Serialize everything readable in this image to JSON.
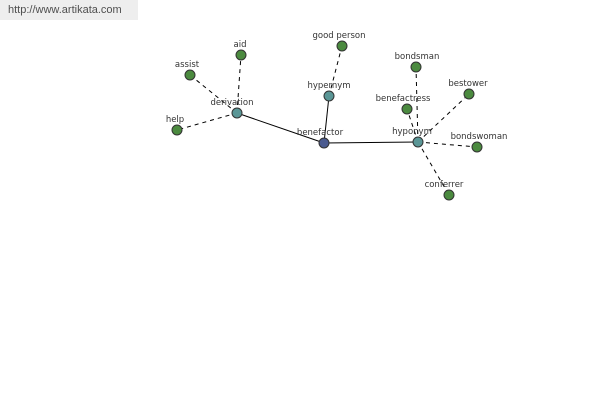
{
  "url": "http://www.artikata.com",
  "colors": {
    "center": "#4a5a8f",
    "relation": "#5a9696",
    "leaf": "#4b8a3f"
  },
  "nodes": [
    {
      "id": "benefactor",
      "label": "benefactor",
      "kind": "center"
    },
    {
      "id": "derivation",
      "label": "derivation",
      "kind": "relation"
    },
    {
      "id": "hypernym",
      "label": "hypernym",
      "kind": "relation"
    },
    {
      "id": "hyponym",
      "label": "hyponym",
      "kind": "relation"
    },
    {
      "id": "aid",
      "label": "aid",
      "kind": "leaf"
    },
    {
      "id": "assist",
      "label": "assist",
      "kind": "leaf"
    },
    {
      "id": "help",
      "label": "help",
      "kind": "leaf"
    },
    {
      "id": "good-person",
      "label": "good person",
      "kind": "leaf"
    },
    {
      "id": "bondsman",
      "label": "bondsman",
      "kind": "leaf"
    },
    {
      "id": "benefactress",
      "label": "benefactress",
      "kind": "leaf"
    },
    {
      "id": "bestower",
      "label": "bestower",
      "kind": "leaf"
    },
    {
      "id": "bondswoman",
      "label": "bondswoman",
      "kind": "leaf"
    },
    {
      "id": "conferrer",
      "label": "conferrer",
      "kind": "leaf"
    }
  ],
  "edges": [
    {
      "from": "benefactor",
      "to": "derivation",
      "style": "solid"
    },
    {
      "from": "benefactor",
      "to": "hypernym",
      "style": "solid"
    },
    {
      "from": "benefactor",
      "to": "hyponym",
      "style": "solid"
    },
    {
      "from": "derivation",
      "to": "aid",
      "style": "dashed"
    },
    {
      "from": "derivation",
      "to": "assist",
      "style": "dashed"
    },
    {
      "from": "derivation",
      "to": "help",
      "style": "dashed"
    },
    {
      "from": "hypernym",
      "to": "good-person",
      "style": "dashed"
    },
    {
      "from": "hyponym",
      "to": "bondsman",
      "style": "dashed"
    },
    {
      "from": "hyponym",
      "to": "benefactress",
      "style": "dashed"
    },
    {
      "from": "hyponym",
      "to": "bestower",
      "style": "dashed"
    },
    {
      "from": "hyponym",
      "to": "bondswoman",
      "style": "dashed"
    },
    {
      "from": "hyponym",
      "to": "conferrer",
      "style": "dashed"
    }
  ]
}
